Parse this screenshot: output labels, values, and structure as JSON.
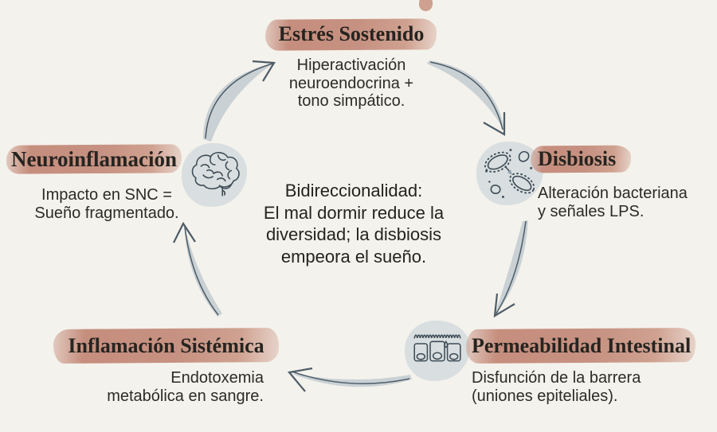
{
  "canvas": {
    "bg": "#f4f2ec"
  },
  "palette": {
    "highlight": "#c3887b",
    "title_text": "#262420",
    "body_text": "#2b2b28",
    "arrow_fill": "#b6c3cc",
    "arrow_line": "#4d5c67",
    "icon_line": "#3e4c56",
    "icon_blob": "#bccad3"
  },
  "center_note": {
    "lines": [
      "Bidireccionalidad:",
      "El mal dormir reduce la",
      "diversidad; la disbiosis",
      "empeora el sueño."
    ]
  },
  "nodes": {
    "estres": {
      "title": "Estrés Sostenido",
      "desc": [
        "Hiperactivación",
        "neuroendocrina +",
        "tono simpático."
      ]
    },
    "disbiosis": {
      "title": "Disbiosis",
      "desc": [
        "Alteración bacteriana",
        "y señales LPS."
      ],
      "icon": "microbes-icon"
    },
    "permeabilidad": {
      "title": "Permeabilidad Intestinal",
      "desc": [
        "Disfunción de la barrera",
        "(uniones epiteliales)."
      ],
      "icon": "intestinal-epithelium-icon"
    },
    "inflamacion": {
      "title": "Inflamación Sistémica",
      "desc": [
        "Endotoxemia",
        "metabólica en sangre."
      ]
    },
    "neuro": {
      "title": "Neuroinflamación",
      "desc": [
        "Impacto en SNC =",
        "Sueño fragmentado."
      ],
      "icon": "brain-icon"
    }
  },
  "cycle_order": [
    "Estrés Sostenido",
    "Disbiosis",
    "Permeabilidad Intestinal",
    "Inflamación Sistémica",
    "Neuroinflamación"
  ]
}
